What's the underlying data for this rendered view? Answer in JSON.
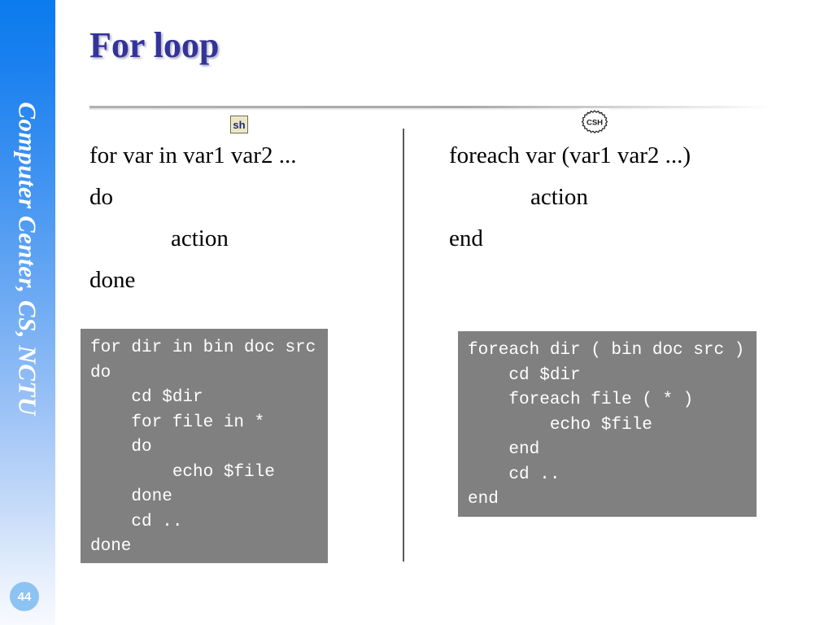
{
  "slide": {
    "title": "For loop",
    "page_number": "44",
    "sidebar_label": "Computer Center, CS, NCTU",
    "accent_color": "#333399",
    "sidebar_top_color": "#0b7bee",
    "badge_color": "#8cc3f2",
    "code_bg_color": "#808080"
  },
  "icons": {
    "sh": {
      "name": "sh-shell-icon",
      "label": "sh"
    },
    "csh": {
      "name": "csh-shell-icon",
      "label": "CSH"
    }
  },
  "columns": {
    "left": {
      "name": "sh-syntax",
      "lines": [
        {
          "text": "for var in var1 var2 ...",
          "indent": false
        },
        {
          "text": "do",
          "indent": false
        },
        {
          "text": "action",
          "indent": true
        },
        {
          "text": "done",
          "indent": false
        }
      ],
      "code": "for dir in bin doc src\ndo\n    cd $dir\n    for file in *\n    do\n        echo $file\n    done\n    cd ..\ndone"
    },
    "right": {
      "name": "csh-syntax",
      "lines": [
        {
          "text": "foreach var (var1 var2 ...)",
          "indent": false
        },
        {
          "text": "action",
          "indent": true
        },
        {
          "text": "end",
          "indent": false
        }
      ],
      "code": "foreach dir ( bin doc src )\n    cd $dir\n    foreach file ( * )\n        echo $file\n    end\n    cd ..\nend"
    }
  }
}
